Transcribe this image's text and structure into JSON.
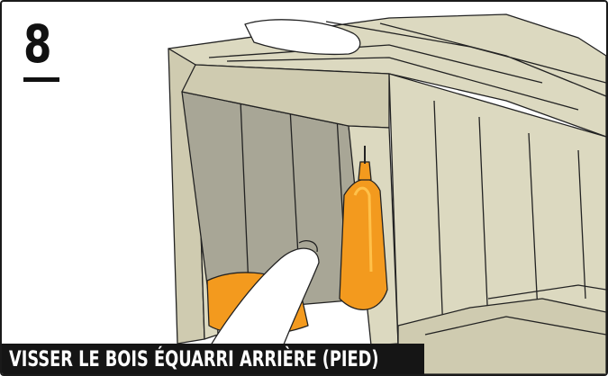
{
  "step": {
    "number": "8",
    "title": "VISSER LE BOIS ÉQUARRI ARRIÈRE (PIED)"
  },
  "illustration": {
    "subject": "drill-fastening-back-leg",
    "colors": {
      "wood": "#dcd9c0",
      "wood_inner": "#cfcbb0",
      "shadow": "#a8a696",
      "drill_orange": "#f39a1e",
      "drill_highlight": "#ffc14a",
      "line": "#222222"
    }
  }
}
